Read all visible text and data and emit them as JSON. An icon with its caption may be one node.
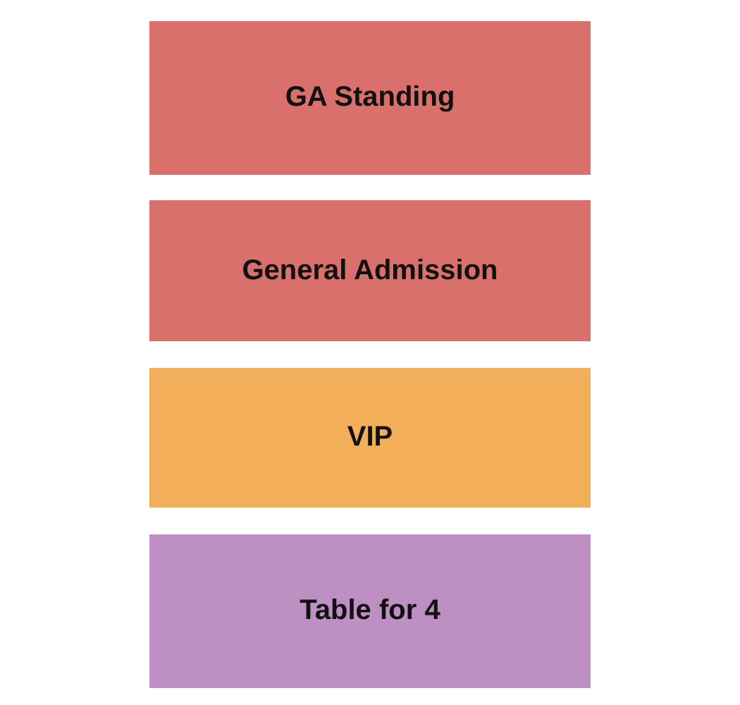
{
  "diagram": {
    "nodes": [
      {
        "text": [
          "GA Standing"
        ]
      },
      {
        "text": [
          "General Admission"
        ]
      },
      {
        "text": [
          "VIP"
        ]
      },
      {
        "text": [
          "Table for 4"
        ]
      }
    ]
  }
}
